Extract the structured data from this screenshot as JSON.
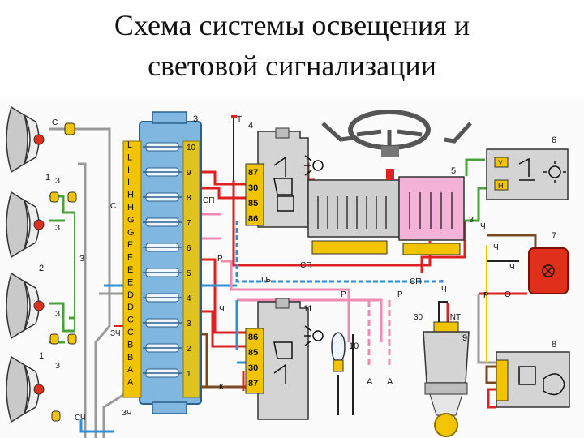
{
  "title": {
    "line1": "Схема системы освещения и",
    "line2": "световой сигнализации"
  },
  "colors": {
    "background": "#ffffff",
    "fuse_block": "#7fb7e0",
    "fuse_labels": "#f2c400",
    "relay_body": "#cfcfcf",
    "switch_pink": "#f4b3d6",
    "lamp_red": "#e0301c",
    "wire_red": "#d22",
    "wire_green": "#4aa13a",
    "wire_blue": "#2f8fd8",
    "wire_pink": "#f08ab0",
    "wire_brown": "#7a4a20",
    "wire_grey": "#9a9a9a"
  },
  "fuse_block": {
    "number": "3",
    "letters": [
      "L",
      "L",
      "I",
      "I",
      "H",
      "H",
      "G",
      "G",
      "F",
      "F",
      "E",
      "E",
      "D",
      "D",
      "C",
      "C",
      "B",
      "B",
      "A",
      "A"
    ],
    "fuses": [
      "10",
      "9",
      "8",
      "7",
      "6",
      "5",
      "4",
      "3",
      "2",
      "1"
    ]
  },
  "relay_top": {
    "number": "4",
    "pins": [
      "87",
      "30",
      "85",
      "86"
    ]
  },
  "relay_bottom": {
    "number": "11",
    "pins": [
      "86",
      "85",
      "30",
      "87"
    ]
  },
  "components": {
    "switch": "5",
    "unit": "6",
    "indicator": "7",
    "unit_bottom": "8",
    "ignition": "9",
    "lamp": "10",
    "headlamp_1": "1",
    "headlamp_2": "2"
  },
  "wire_labels": {
    "c1": "С",
    "c2": "С",
    "z1": "З",
    "z2": "З",
    "z3": "З",
    "z4": "З",
    "z5": "З",
    "zch": "ЗЧ",
    "zch2": "ЗЧ",
    "sch": "СЧ",
    "sp1": "СП",
    "sp2": "СП",
    "gb": "ГБ",
    "r1": "Р",
    "r2": "Р",
    "r3": "Р",
    "r4": "Р",
    "ch1": "Ч",
    "ch2": "Ч",
    "ch3": "Ч",
    "ch4": "Ч",
    "ch5": "Ч",
    "k": "К",
    "o": "О",
    "a1": "А",
    "a2": "А",
    "n30": "30",
    "int": "INT",
    "h": "Н",
    "y": "У",
    "t": "Т"
  }
}
